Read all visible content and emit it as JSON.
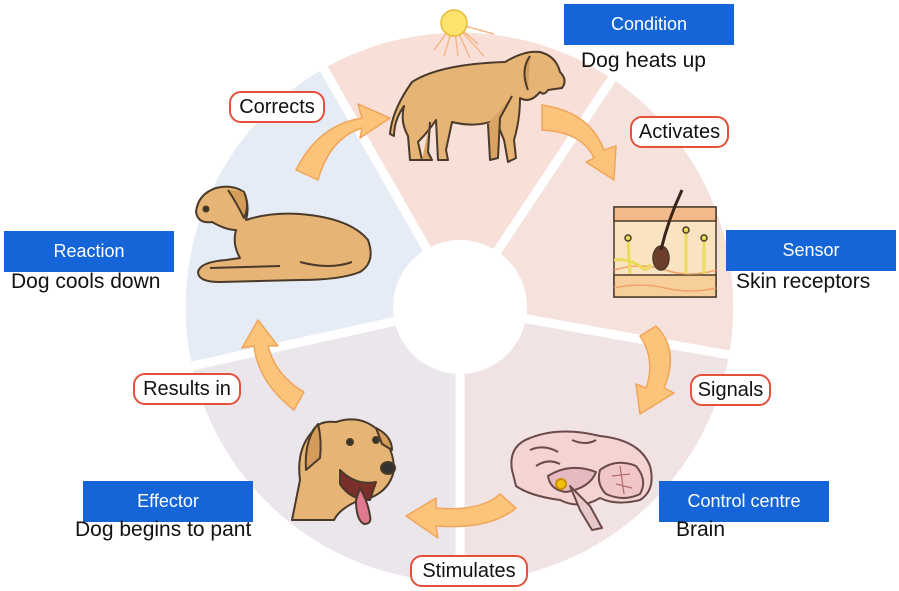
{
  "stages": [
    {
      "title": "Condition",
      "description": "Dog heats up"
    },
    {
      "title": "Sensor",
      "description": "Skin receptors"
    },
    {
      "title": "Control centre",
      "description": "Brain"
    },
    {
      "title": "Effector",
      "description": "Dog begins to pant"
    },
    {
      "title": "Reaction",
      "description": "Dog cools down"
    }
  ],
  "transitions": [
    "Corrects",
    "Activates",
    "Signals",
    "Stimulates",
    "Results in"
  ],
  "illustrations": [
    "standing-dog-icon",
    "sun-icon",
    "skin-receptors-icon",
    "brain-icon",
    "panting-dog-icon",
    "lying-dog-icon"
  ],
  "colors": {
    "label_box": "#1565d8",
    "pill_border": "#e4513b",
    "arrow": "#fbc47a",
    "segment_condition": "#f8e2dc",
    "segment_sensor": "#f6e3e0",
    "segment_control": "#f2e6e6",
    "segment_effector": "#ebe8ee",
    "segment_reaction": "#e6edf6"
  }
}
